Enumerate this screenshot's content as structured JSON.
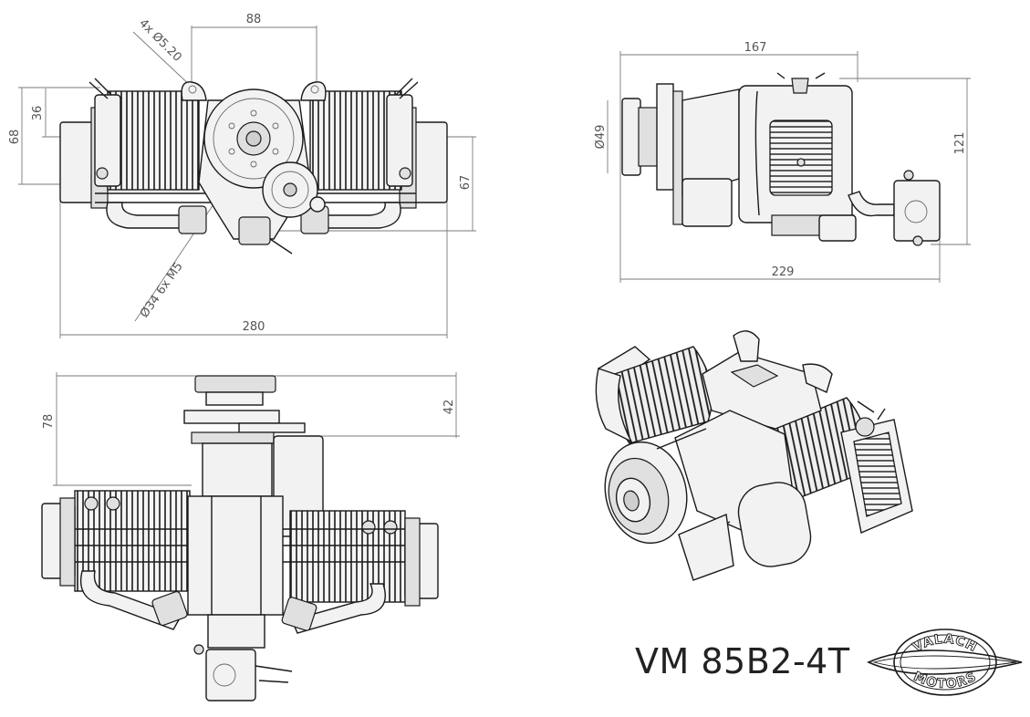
{
  "model": "VM 85B2-4T",
  "logo": {
    "top_text": "VALACH",
    "bottom_text": "MOTORS"
  },
  "dimensions": {
    "d88": "88",
    "bolt": "4x Ø5.20",
    "d68": "68",
    "d36": "36",
    "d67": "67",
    "flange": "Ø34 6x M5",
    "d280": "280",
    "d167": "167",
    "d49": "Ø49",
    "d121": "121",
    "d229": "229",
    "d78": "78",
    "d42": "42"
  }
}
